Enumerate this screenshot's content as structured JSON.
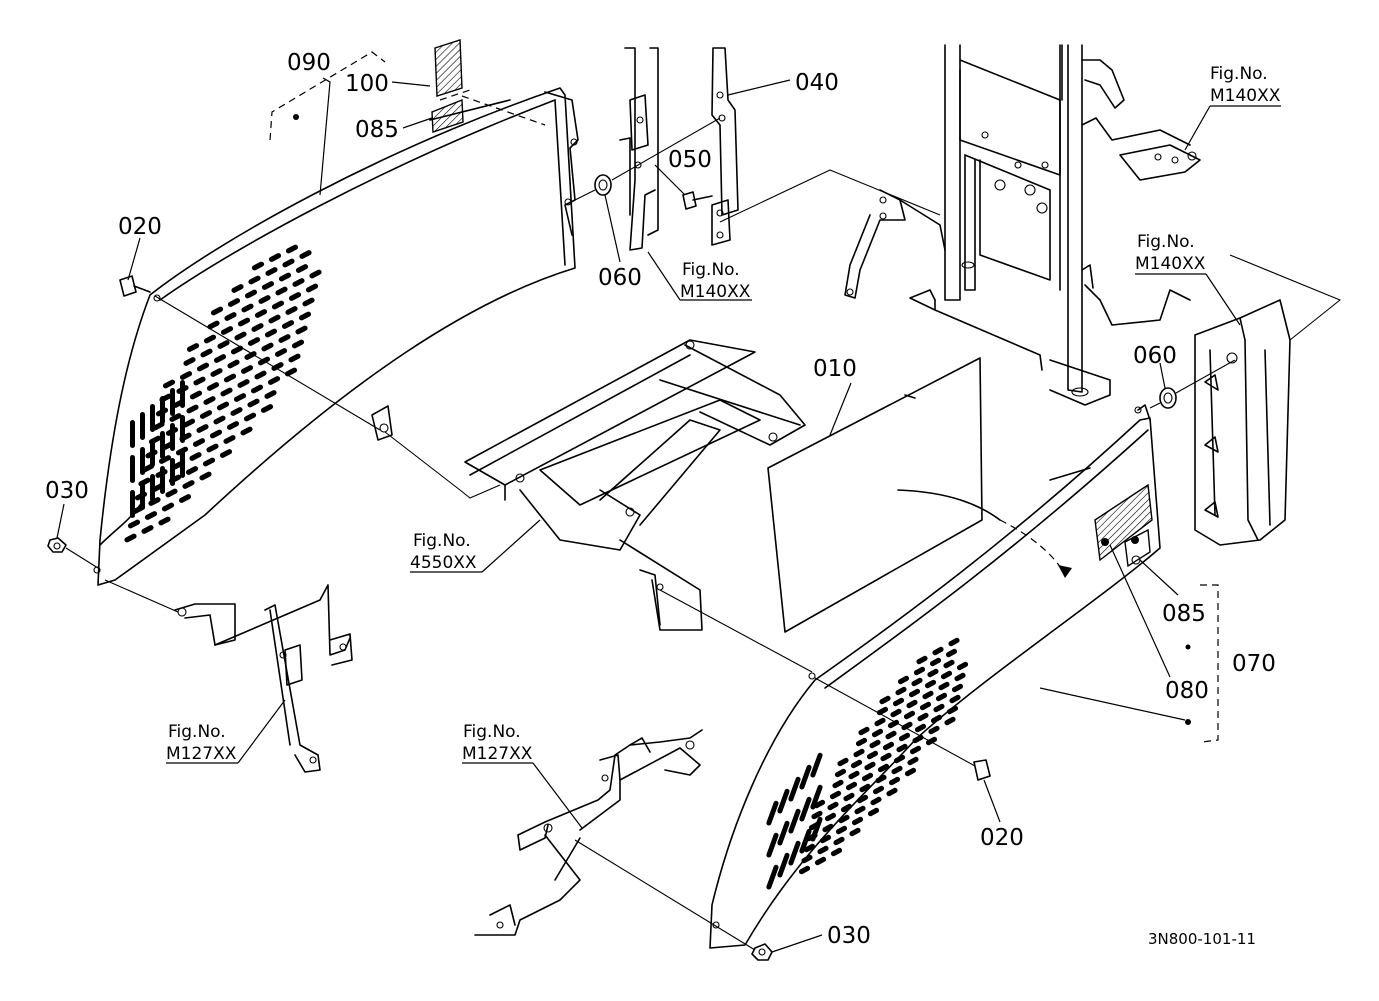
{
  "diagram_code": "3N800-101-11",
  "parts": {
    "p010": "010",
    "p020_left": "020",
    "p020_right": "020",
    "p030_left": "030",
    "p030_right": "030",
    "p040": "040",
    "p050": "050",
    "p060_left": "060",
    "p060_right": "060",
    "p070": "070",
    "p080": "080",
    "p085_left": "085",
    "p085_right": "085",
    "p090": "090",
    "p100": "100"
  },
  "fig_refs": {
    "label": "Fig.No.",
    "m140_top": "M140XX",
    "m140_center": "M140XX",
    "m140_right": "M140XX",
    "f4550": "4550XX",
    "m127_left": "M127XX",
    "m127_center": "M127XX"
  }
}
